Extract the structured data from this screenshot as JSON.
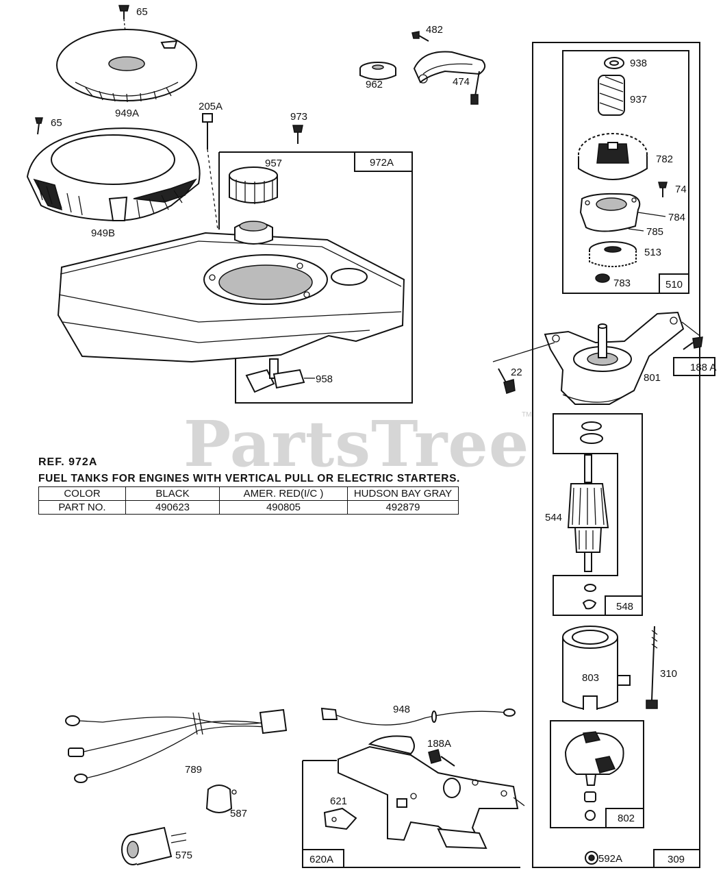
{
  "watermark": {
    "text": "PartsTree",
    "tm": "TM"
  },
  "parts": {
    "p65a": "65",
    "p949a": "949A",
    "p65b": "65",
    "p949b": "949B",
    "p205a": "205A",
    "p973": "973",
    "p972a_box": "972A",
    "p957": "957",
    "p958": "958",
    "p482": "482",
    "p962": "962",
    "p474": "474",
    "p938": "938",
    "p937": "937",
    "p782": "782",
    "p74": "74",
    "p784": "784",
    "p785": "785",
    "p513": "513",
    "p783": "783",
    "p510_box": "510",
    "p22": "22",
    "p801": "801",
    "p188a_right": "188 A",
    "p544": "544",
    "p548_box": "548",
    "p803": "803",
    "p310": "310",
    "p802_box": "802",
    "p592a": "592A",
    "p309_box": "309",
    "p789": "789",
    "p587": "587",
    "p575": "575",
    "p948": "948",
    "p188a": "188A",
    "p621": "621",
    "p620a_box": "620A"
  },
  "ref_table": {
    "title": "REF.  972A",
    "description": "FUEL TANKS FOR ENGINES WITH VERTICAL PULL OR ELECTRIC STARTERS.",
    "header": [
      "COLOR",
      "BLACK",
      "AMER. RED(I/C    )",
      "HUDSON BAY GRAY"
    ],
    "row": [
      "PART NO.",
      "490623",
      "490805",
      "492879"
    ]
  }
}
